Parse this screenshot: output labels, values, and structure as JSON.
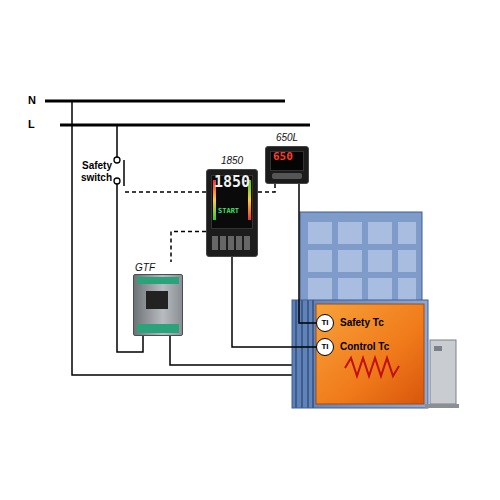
{
  "diagram": {
    "nodes": [
      {
        "text": [
          "Safety switch"
        ]
      },
      {
        "text": [
          "650L"
        ]
      },
      {
        "text": [
          "1850"
        ]
      },
      {
        "text": [
          "GTF"
        ]
      },
      {
        "text": [
          "TI",
          "Safety Tc"
        ]
      },
      {
        "text": [
          "TI",
          "Control Tc"
        ]
      }
    ],
    "edges": [
      {
        "from": 0,
        "to": 1,
        "arrow": "none"
      },
      {
        "from": 2,
        "to": 3,
        "arrow": "none"
      },
      {
        "from": 1,
        "to": 4,
        "arrow": "none"
      },
      {
        "from": 2,
        "to": 5,
        "arrow": "none"
      },
      {
        "from": 0,
        "to": 3,
        "arrow": "none"
      }
    ],
    "labels": [
      "N",
      "L",
      "650",
      "1850",
      "START"
    ]
  }
}
